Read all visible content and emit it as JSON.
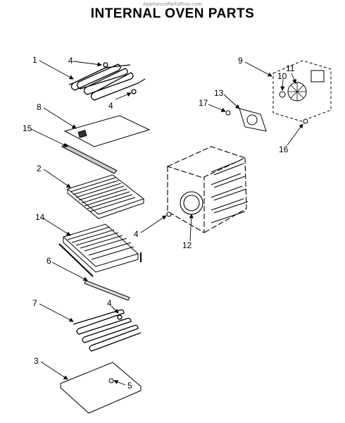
{
  "header": {
    "watermark": "AppliancePartsPros.com",
    "title": "INTERNAL OVEN PARTS"
  },
  "callouts": [
    {
      "id": "c1",
      "text": "1"
    },
    {
      "id": "c4a",
      "text": "4"
    },
    {
      "id": "c4b",
      "text": "4"
    },
    {
      "id": "c8",
      "text": "8"
    },
    {
      "id": "c15",
      "text": "15"
    },
    {
      "id": "c2",
      "text": "2"
    },
    {
      "id": "c14",
      "text": "14"
    },
    {
      "id": "c6",
      "text": "6"
    },
    {
      "id": "c7",
      "text": "7"
    },
    {
      "id": "c4c",
      "text": "4"
    },
    {
      "id": "c3",
      "text": "3"
    },
    {
      "id": "c5",
      "text": "5"
    },
    {
      "id": "c9",
      "text": "9"
    },
    {
      "id": "c11",
      "text": "11"
    },
    {
      "id": "c10",
      "text": "10"
    },
    {
      "id": "c13",
      "text": "13"
    },
    {
      "id": "c17",
      "text": "17"
    },
    {
      "id": "c16",
      "text": "16"
    },
    {
      "id": "c4d",
      "text": "4"
    },
    {
      "id": "c12",
      "text": "12"
    }
  ]
}
